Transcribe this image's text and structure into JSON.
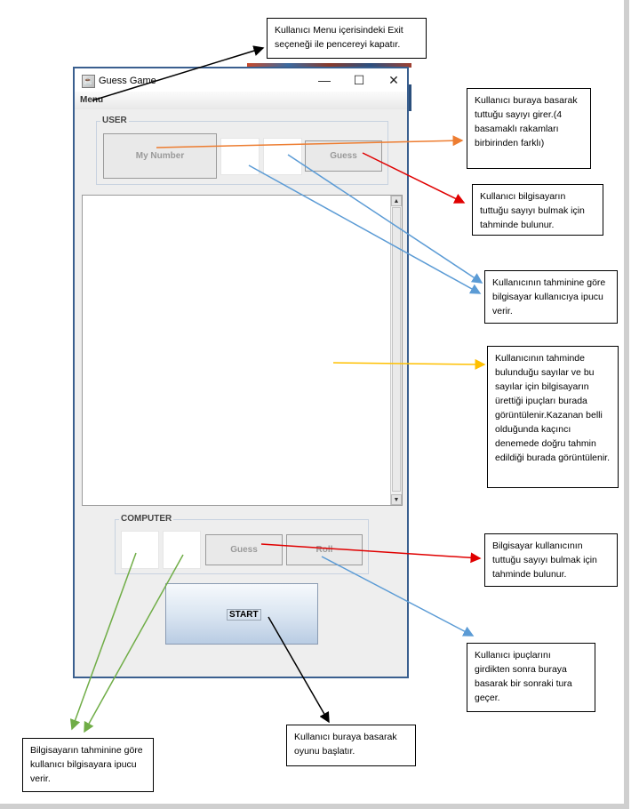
{
  "window": {
    "title": "Guess Game",
    "menu_label": "Menu",
    "controls": {
      "minimize": "—",
      "maximize": "☐",
      "close": "✕"
    }
  },
  "user_panel": {
    "title": "USER",
    "my_number_label": "My Number",
    "guess_label": "Guess"
  },
  "computer_panel": {
    "title": "COMPUTER",
    "guess_label": "Guess",
    "roll_label": "Roll"
  },
  "start_label": "START",
  "annotations": {
    "exit": "Kullanıcı Menu içerisindeki Exit seçeneği ile pencereyi kapatır.",
    "my_number": "Kullanıcı buraya basarak tuttuğu sayıyı girer.(4 basamaklı rakamları birbirinden farklı)",
    "user_guess": "Kullanıcı bilgisayarın tuttuğu sayıyı bulmak için tahminde bulunur.",
    "user_hint": "Kullanıcının tahminine göre bilgisayar kullanıcıya ipucu verir.",
    "text_area": "Kullanıcının tahminde bulunduğu sayılar ve bu sayılar için bilgisayarın ürettiği ipuçları burada görüntülenir.Kazanan belli olduğunda kaçıncı denemede doğru tahmin edildiği burada görüntülenir.",
    "computer_guess": "Bilgisayar kullanıcının tuttuğu sayıyı bulmak için tahminde bulunur.",
    "roll": "Kullanıcı ipuçlarını girdikten sonra buraya basarak bir sonraki tura geçer.",
    "start": "Kullanıcı buraya basarak oyunu başlatır.",
    "computer_hint": "Bilgisayarın tahminine göre kullanıcı bilgisayara ipucu verir."
  },
  "arrow_colors": {
    "black": "#000000",
    "orange": "#ed7d31",
    "red": "#e00000",
    "blue": "#5b9bd5",
    "yellow": "#ffc000",
    "green": "#70ad47"
  }
}
